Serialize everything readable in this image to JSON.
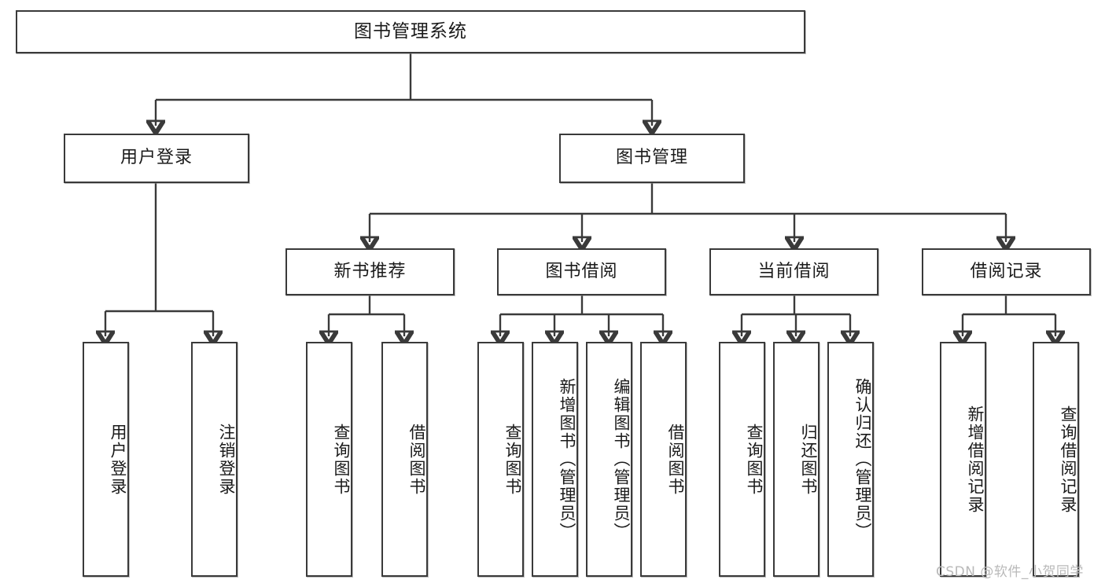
{
  "diagram": {
    "title": "图书管理系统",
    "type": "functional-structure-tree",
    "root": {
      "label": "图书管理系统"
    },
    "level2": [
      {
        "id": "user-login",
        "label": "用户登录"
      },
      {
        "id": "book-management",
        "label": "图书管理"
      }
    ],
    "level3": [
      {
        "id": "new-book-recommend",
        "label": "新书推荐",
        "parent": "book-management"
      },
      {
        "id": "book-borrow",
        "label": "图书借阅",
        "parent": "book-management"
      },
      {
        "id": "current-borrow",
        "label": "当前借阅",
        "parent": "book-management"
      },
      {
        "id": "borrow-record",
        "label": "借阅记录",
        "parent": "book-management"
      }
    ],
    "leaves": [
      {
        "id": "leaf-user-login",
        "label": "用户登录",
        "parent": "user-login"
      },
      {
        "id": "leaf-logout-login",
        "label": "注销登录",
        "parent": "user-login"
      },
      {
        "id": "leaf-query-book-1",
        "label": "查询图书",
        "parent": "new-book-recommend"
      },
      {
        "id": "leaf-borrow-book-1",
        "label": "借阅图书",
        "parent": "new-book-recommend"
      },
      {
        "id": "leaf-query-book-2",
        "label": "查询图书",
        "parent": "book-borrow"
      },
      {
        "id": "leaf-add-book",
        "label": "新增图书（管理员）",
        "parent": "book-borrow"
      },
      {
        "id": "leaf-edit-book",
        "label": "编辑图书（管理员）",
        "parent": "book-borrow"
      },
      {
        "id": "leaf-borrow-book-2",
        "label": "借阅图书",
        "parent": "book-borrow"
      },
      {
        "id": "leaf-query-book-3",
        "label": "查询图书",
        "parent": "current-borrow"
      },
      {
        "id": "leaf-return-book",
        "label": "归还图书",
        "parent": "current-borrow"
      },
      {
        "id": "leaf-confirm-return",
        "label": "确认归还（管理员）",
        "parent": "current-borrow"
      },
      {
        "id": "leaf-add-record",
        "label": "新增借阅记录",
        "parent": "borrow-record"
      },
      {
        "id": "leaf-query-record",
        "label": "查询借阅记录",
        "parent": "borrow-record"
      }
    ],
    "watermark": "CSDN @软件_小贺同学",
    "colors": {
      "stroke": "#3a3a3a",
      "text": "#1a1a1a",
      "background": "#ffffff",
      "watermark": "#b9b9b9"
    }
  }
}
